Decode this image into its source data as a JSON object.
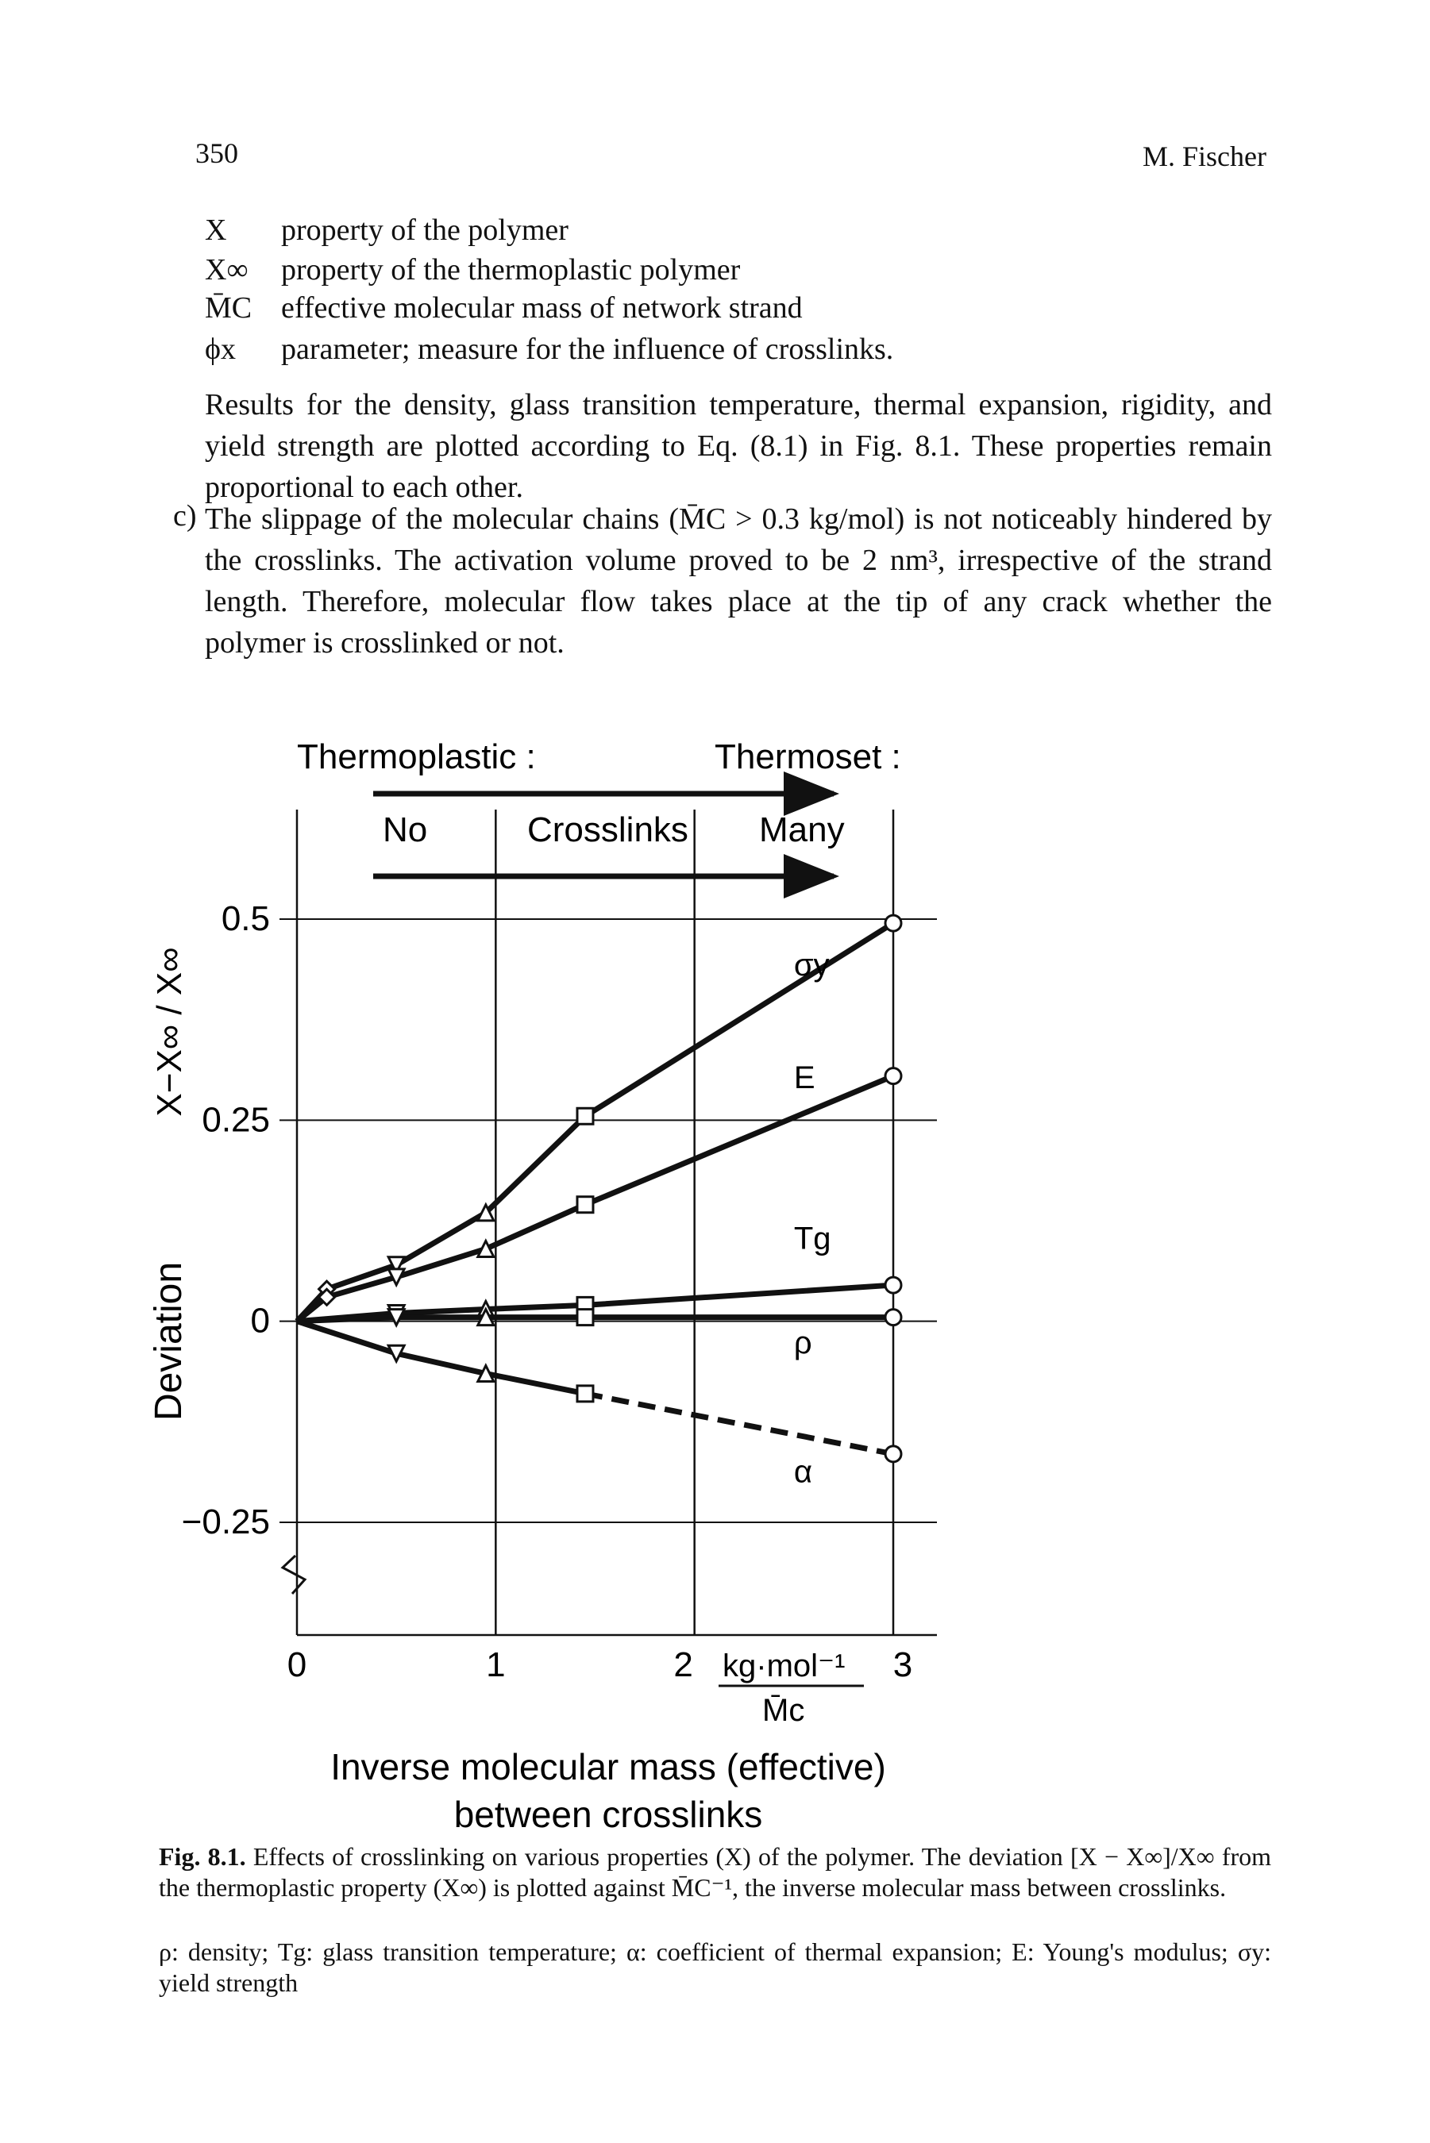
{
  "header": {
    "page_number": "350",
    "author": "M. Fischer"
  },
  "definitions": [
    {
      "symbol": "X",
      "text": "property of the polymer"
    },
    {
      "symbol": "X∞",
      "text": "property of the thermoplastic polymer"
    },
    {
      "symbol": "M̄C",
      "text": "effective molecular mass of network strand"
    },
    {
      "symbol": "ϕx",
      "text": "parameter; measure for the influence of crosslinks."
    }
  ],
  "paragraph1": "Results for the density, glass transition temperature, thermal expansion, rigidity, and yield strength are plotted according to Eq. (8.1) in Fig. 8.1. These properties remain proportional to each other.",
  "paragraph2": {
    "label": "c)",
    "text": "The slippage of the molecular chains (M̄C > 0.3 kg/mol) is not noticeably hindered by the crosslinks. The activation volume proved to be 2 nm³, irrespective of the strand length. Therefore, molecular flow takes place at the tip of any crack whether the polymer is crosslinked or not."
  },
  "figure": {
    "label_thermoplastic": "Thermoplastic :",
    "label_thermoset": "Thermoset :",
    "band_no": "No",
    "band_crosslinks": "Crosslinks",
    "band_many": "Many",
    "ylabel_top": "X−X∞ / X∞",
    "ylabel_bottom": "Deviation",
    "x_unit": "kg·mol⁻¹",
    "x_unit_den": "M̄c",
    "xlabel_line1": "Inverse molecular mass (effective)",
    "xlabel_line2": "between crosslinks"
  },
  "chart_data": {
    "type": "line",
    "xlim": [
      0,
      3
    ],
    "ylim": [
      -0.25,
      0.5
    ],
    "x_ticks": [
      "0",
      "1",
      "2",
      "3"
    ],
    "y_ticks": [
      "0.5",
      "0.25",
      "0",
      "−0.25"
    ],
    "series": [
      {
        "name": "σy",
        "x": [
          0,
          0.15,
          0.5,
          0.95,
          1.45,
          3.0
        ],
        "y": [
          0,
          0.04,
          0.07,
          0.135,
          0.255,
          0.495
        ]
      },
      {
        "name": "E",
        "x": [
          0,
          0.15,
          0.5,
          0.95,
          1.45,
          3.0
        ],
        "y": [
          0,
          0.03,
          0.055,
          0.09,
          0.145,
          0.305
        ]
      },
      {
        "name": "Tg",
        "x": [
          0,
          0.5,
          0.95,
          1.45,
          3.0
        ],
        "y": [
          0,
          0.01,
          0.015,
          0.02,
          0.045
        ]
      },
      {
        "name": "ρ",
        "x": [
          0,
          0.5,
          0.95,
          1.45,
          3.0
        ],
        "y": [
          0,
          0.005,
          0.005,
          0.005,
          0.005
        ]
      },
      {
        "name": "α",
        "x": [
          0,
          0.5,
          0.95,
          1.45,
          3.0
        ],
        "y": [
          0,
          -0.04,
          -0.065,
          -0.09,
          -0.165
        ]
      }
    ],
    "grid": true
  },
  "caption": {
    "label": "Fig. 8.1.",
    "text": "Effects of crosslinking on various properties (X) of the polymer. The deviation [X − X∞]/X∞ from the thermoplastic property (X∞) is plotted against M̄C⁻¹, the inverse molecular mass between crosslinks.",
    "legend": "ρ: density; Tg: glass transition temperature; α: coefficient of thermal expansion; E: Young's modulus; σy: yield strength"
  }
}
